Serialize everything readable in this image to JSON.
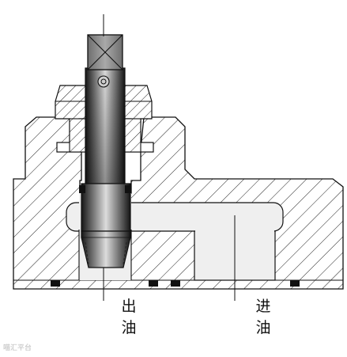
{
  "labels": {
    "outlet_line1": "出",
    "outlet_line2": "油",
    "inlet_line1": "进",
    "inlet_line2": "油"
  },
  "watermark": "喵汇平台",
  "colors": {
    "background": "#ffffff",
    "outline": "#111111",
    "hatch": "#222222",
    "body_fill": "#eeeeee",
    "seal": "#111111",
    "stem_gradient_edge": "#1a1a1a",
    "stem_gradient_center": "#d8d8d8",
    "square_head": "#8a8a8a"
  }
}
